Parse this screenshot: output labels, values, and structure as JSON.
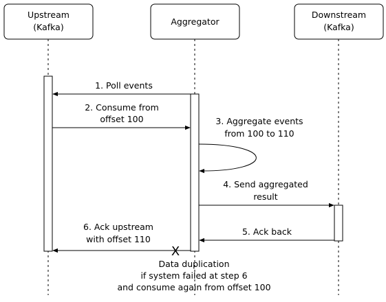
{
  "participants": [
    {
      "line1": "Upstream",
      "line2": "(Kafka)"
    },
    {
      "line1": "Aggregator",
      "line2": ""
    },
    {
      "line1": "Downstream",
      "line2": "(Kafka)"
    }
  ],
  "messages": [
    {
      "lines": [
        "1. Poll events"
      ]
    },
    {
      "lines": [
        "2. Consume from",
        "offset 100"
      ]
    },
    {
      "lines": [
        "3. Aggregate events",
        "from 100 to 110"
      ]
    },
    {
      "lines": [
        "4. Send aggregated",
        "result"
      ]
    },
    {
      "lines": [
        "5. Ack back"
      ]
    },
    {
      "lines": [
        "6. Ack upstream",
        "with offset 110"
      ]
    }
  ],
  "failure_marker": "X",
  "note": {
    "lines": [
      "Data duplication",
      "if system failed at step 6",
      "and consume again from offset 100"
    ]
  },
  "colors": {
    "stroke": "#000000",
    "box_fill": "#ffffff"
  }
}
